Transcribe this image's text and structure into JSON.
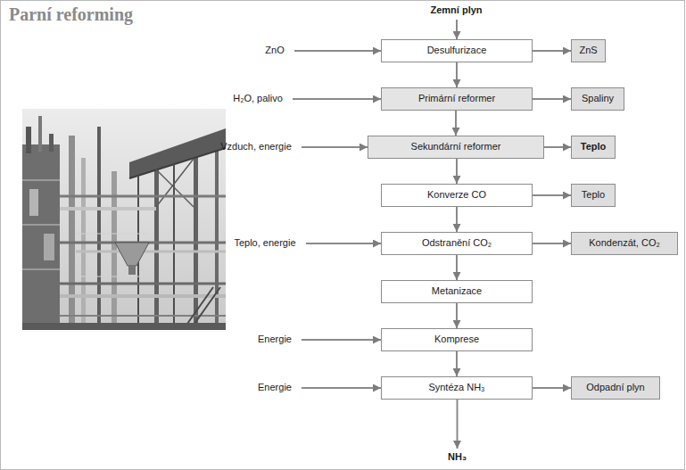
{
  "diagram": {
    "title": "Parní reforming",
    "nodes": [
      {
        "text": [
          "Zemní plyn"
        ]
      },
      {
        "text": [
          "ZnO"
        ]
      },
      {
        "text": [
          "Desulfurizace"
        ]
      },
      {
        "text": [
          "ZnS"
        ]
      },
      {
        "text": [
          "H₂O, palivo"
        ]
      },
      {
        "text": [
          "Primární reformer"
        ]
      },
      {
        "text": [
          "Spaliny"
        ]
      },
      {
        "text": [
          "Vzduch, energie"
        ]
      },
      {
        "text": [
          "Sekundární reformer"
        ]
      },
      {
        "text": [
          "Teplo"
        ]
      },
      {
        "text": [
          "Konverze CO"
        ]
      },
      {
        "text": [
          "Teplo"
        ]
      },
      {
        "text": [
          "Teplo, energie"
        ]
      },
      {
        "text": [
          "Odstranění CO₂"
        ]
      },
      {
        "text": [
          "Kondenzát, CO₂"
        ]
      },
      {
        "text": [
          "Metanizace"
        ]
      },
      {
        "text": [
          "Energie"
        ]
      },
      {
        "text": [
          "Komprese"
        ]
      },
      {
        "text": [
          "Energie"
        ]
      },
      {
        "text": [
          "Syntéza NH₃"
        ]
      },
      {
        "text": [
          "Odpadní plyn"
        ]
      },
      {
        "text": [
          "NH₃"
        ]
      }
    ],
    "edges": [
      {
        "from": 0,
        "to": 2,
        "arrow": "to"
      },
      {
        "from": 1,
        "to": 2,
        "arrow": "to"
      },
      {
        "from": 2,
        "to": 3,
        "arrow": "to"
      },
      {
        "from": 2,
        "to": 5,
        "arrow": "to"
      },
      {
        "from": 4,
        "to": 5,
        "arrow": "to"
      },
      {
        "from": 5,
        "to": 6,
        "arrow": "to"
      },
      {
        "from": 5,
        "to": 8,
        "arrow": "to"
      },
      {
        "from": 7,
        "to": 8,
        "arrow": "to"
      },
      {
        "from": 8,
        "to": 9,
        "arrow": "to"
      },
      {
        "from": 8,
        "to": 10,
        "arrow": "to"
      },
      {
        "from": 10,
        "to": 11,
        "arrow": "to"
      },
      {
        "from": 10,
        "to": 13,
        "arrow": "to"
      },
      {
        "from": 12,
        "to": 13,
        "arrow": "to"
      },
      {
        "from": 13,
        "to": 14,
        "arrow": "to"
      },
      {
        "from": 13,
        "to": 15,
        "arrow": "to"
      },
      {
        "from": 15,
        "to": 17,
        "arrow": "to"
      },
      {
        "from": 16,
        "to": 17,
        "arrow": "to"
      },
      {
        "from": 17,
        "to": 19,
        "arrow": "to"
      },
      {
        "from": 18,
        "to": 19,
        "arrow": "to"
      },
      {
        "from": 19,
        "to": 20,
        "arrow": "to"
      },
      {
        "from": 19,
        "to": 21,
        "arrow": "to"
      }
    ]
  }
}
